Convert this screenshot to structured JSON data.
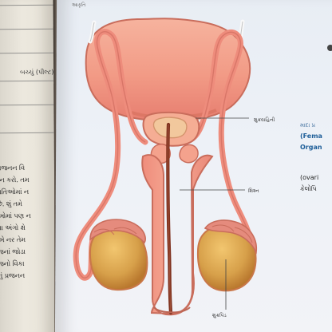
{
  "left_page": {
    "table_label": "બચ્ચું (પીલ્ટ)",
    "text_lines": [
      "પ્રજનન વિ",
      "ત્ન કરો. તમ",
      "પતિઓમાં ન",
      "છે. શું તમે",
      "ઓમાં પણ ન",
      "વા અંગો ક્ષે",
      "એ નર તેમ",
      "જનાં જોડા",
      "જનો વિકા",
      "નું પ્રજનન"
    ]
  },
  "diagram": {
    "labels": {
      "vas_deferens": "શુક્રવાહિની",
      "penis": "શિશ્ન",
      "testis": "શુક્રપિંડ"
    },
    "colors": {
      "bladder": "#f2a08a",
      "tube": "#ef8f80",
      "penis": "#f3a08d",
      "testis": "#d8a44f",
      "epididymis": "#e58b7d",
      "urethra": "#8c3a25"
    }
  },
  "right_fragments": {
    "line_1": "માદા પ્ર",
    "line_2": "(Fema",
    "line_3": "Organ",
    "line_4": "(ovari",
    "line_5": "કેલોપિ"
  },
  "top_text": "આકૃતિ"
}
